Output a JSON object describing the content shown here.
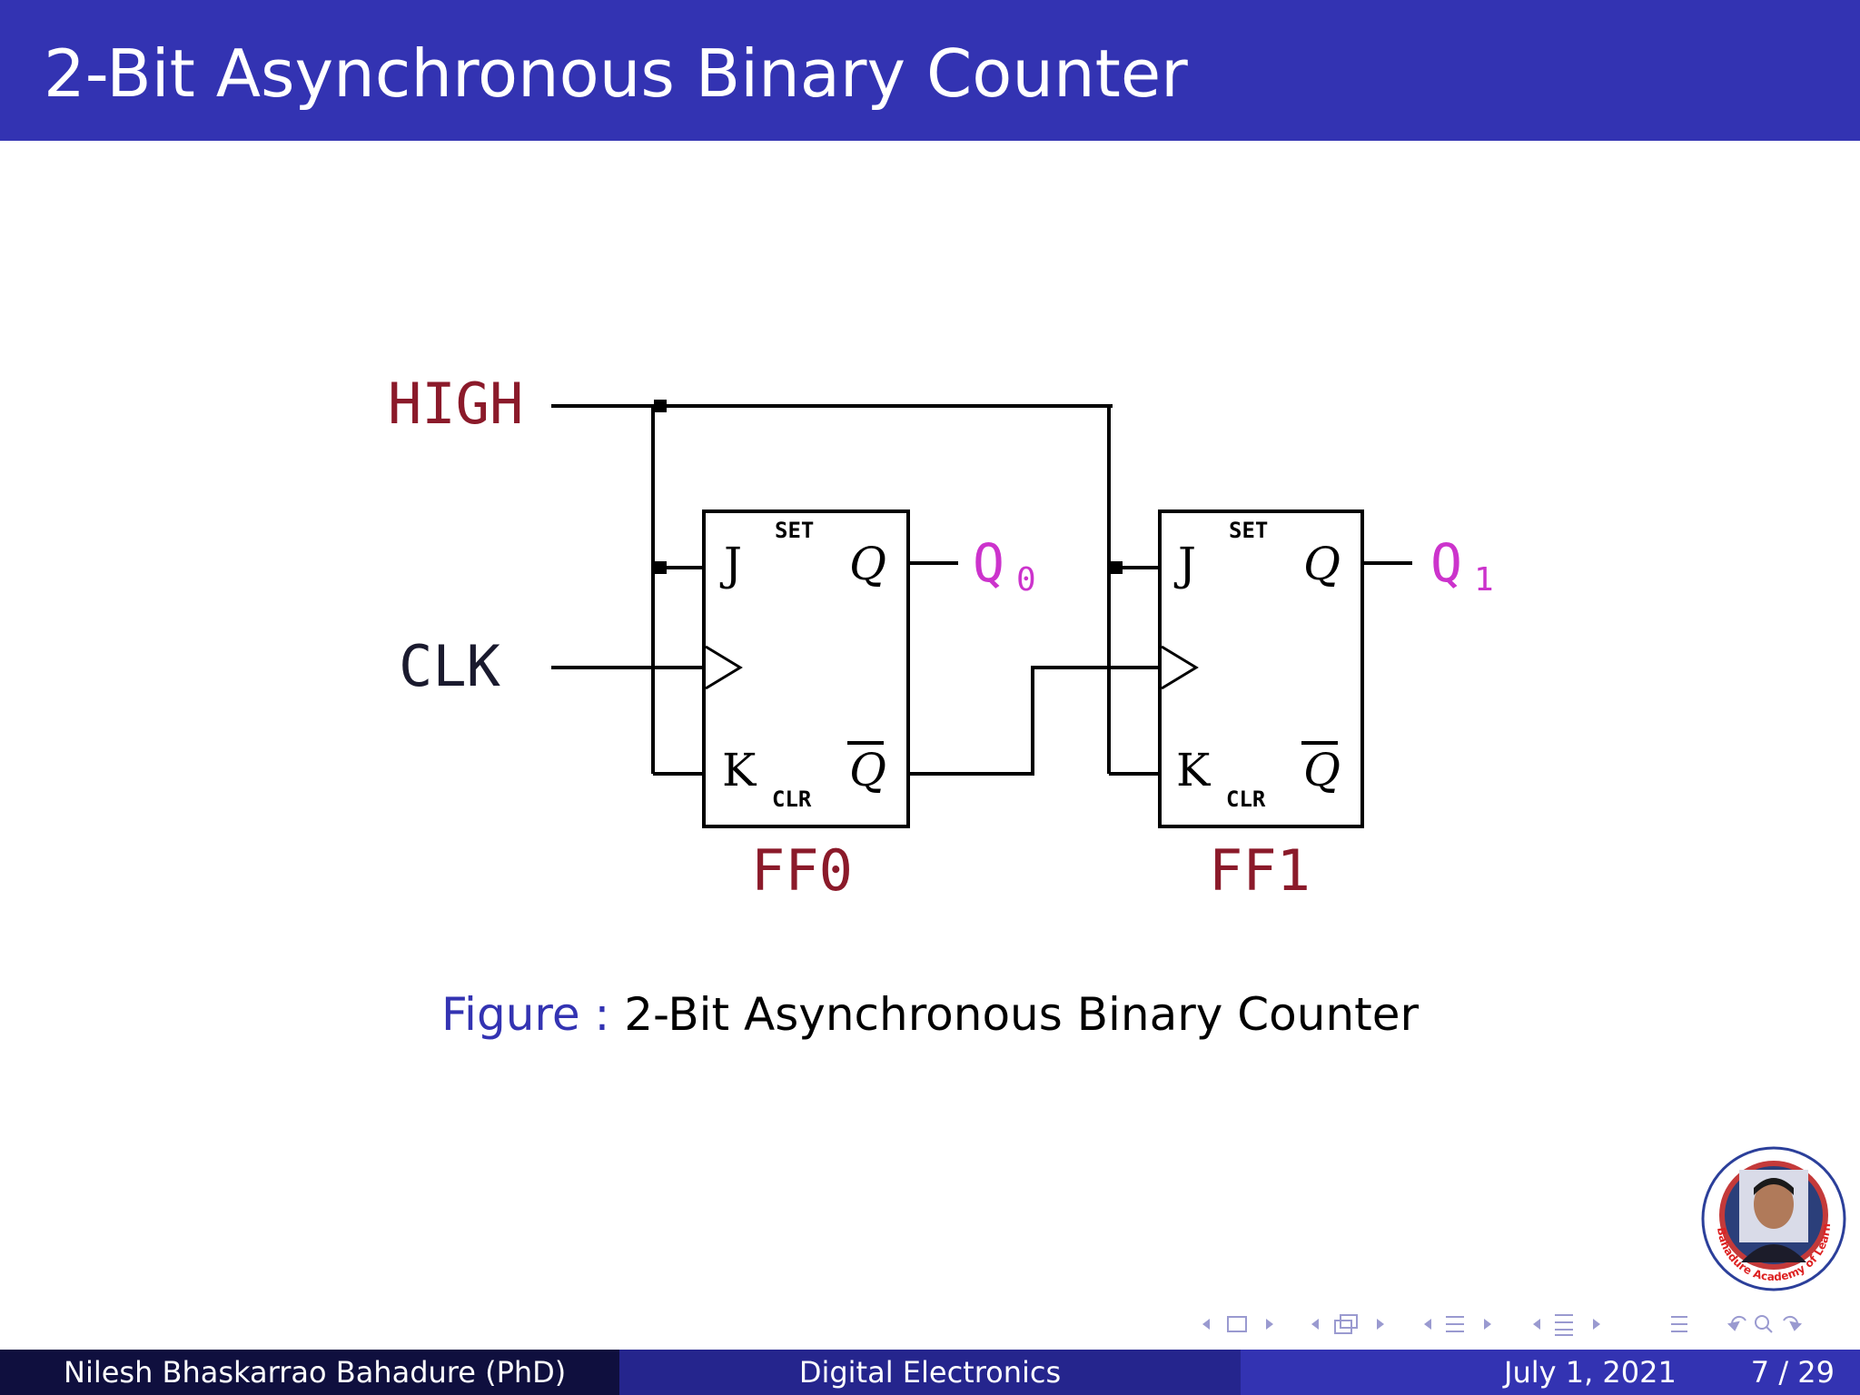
{
  "slide": {
    "title": "2-Bit Asynchronous Binary Counter"
  },
  "diagram": {
    "input_high": "HIGH",
    "input_clk": "CLK",
    "ff0": {
      "name": "FF0",
      "j": "J",
      "k": "K",
      "q": "Q",
      "qbar": "Q",
      "set": "SET",
      "clr": "CLR",
      "out_label": "Q",
      "out_sub": "0"
    },
    "ff1": {
      "name": "FF1",
      "j": "J",
      "k": "K",
      "q": "Q",
      "qbar": "Q",
      "set": "SET",
      "clr": "CLR",
      "out_label": "Q",
      "out_sub": "1"
    },
    "colors": {
      "label_red": "#8b1a2a",
      "out_magenta": "#cc33cc",
      "wire": "#000000",
      "clk_label": "#1a1a2e"
    }
  },
  "caption": {
    "label": "Figure :",
    "text": "2-Bit Asynchronous Binary Counter"
  },
  "footer": {
    "author": "Nilesh Bhaskarrao Bahadure  (PhD)",
    "course": "Digital Electronics",
    "date": "July 1, 2021",
    "page": "7 / 29"
  },
  "logo": {
    "ring_text": "Bahadure Academy of Learning"
  },
  "nav_icons": [
    "nav-frame-icon",
    "nav-subsection-icon",
    "nav-section-icon",
    "nav-document-icon",
    "nav-align-icon",
    "nav-search-icon",
    "nav-back-icon"
  ]
}
